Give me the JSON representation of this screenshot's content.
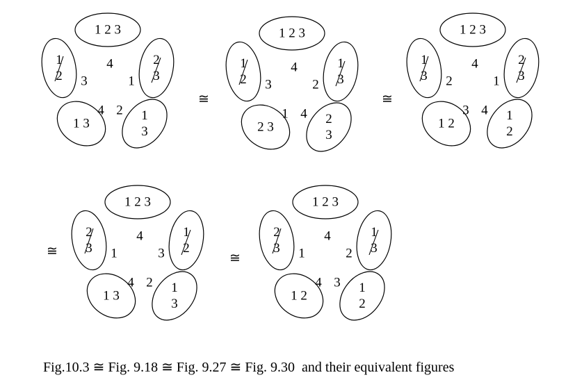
{
  "relation_symbol": "≅",
  "figures": [
    {
      "ellipses": [
        {
          "lines": [
            "1 2 3"
          ]
        },
        {
          "lines": [
            "2",
            "3"
          ]
        },
        {
          "lines": [
            "1",
            "3"
          ]
        },
        {
          "lines": [
            "1 3"
          ]
        },
        {
          "lines": [
            "1",
            "2"
          ]
        }
      ],
      "inner_labels": [
        "4",
        "1",
        "2",
        "4",
        "3"
      ]
    },
    {
      "ellipses": [
        {
          "lines": [
            "1 2 3"
          ]
        },
        {
          "lines": [
            "1",
            "3"
          ]
        },
        {
          "lines": [
            "2",
            "3"
          ]
        },
        {
          "lines": [
            "2 3"
          ]
        },
        {
          "lines": [
            "1",
            "2"
          ]
        }
      ],
      "inner_labels": [
        "4",
        "2",
        "4",
        "1",
        "3"
      ]
    },
    {
      "ellipses": [
        {
          "lines": [
            "1 2 3"
          ]
        },
        {
          "lines": [
            "2",
            "3"
          ]
        },
        {
          "lines": [
            "1",
            "2"
          ]
        },
        {
          "lines": [
            "1 2"
          ]
        },
        {
          "lines": [
            "1",
            "3"
          ]
        }
      ],
      "inner_labels": [
        "4",
        "1",
        "4",
        "3",
        "2"
      ]
    },
    {
      "ellipses": [
        {
          "lines": [
            "1 2 3"
          ]
        },
        {
          "lines": [
            "1",
            "2"
          ]
        },
        {
          "lines": [
            "1",
            "3"
          ]
        },
        {
          "lines": [
            "1 3"
          ]
        },
        {
          "lines": [
            "2",
            "3"
          ]
        }
      ],
      "inner_labels": [
        "4",
        "3",
        "2",
        "4",
        "1"
      ]
    },
    {
      "ellipses": [
        {
          "lines": [
            "1 2 3"
          ]
        },
        {
          "lines": [
            "1",
            "3"
          ]
        },
        {
          "lines": [
            "1",
            "2"
          ]
        },
        {
          "lines": [
            "1 2"
          ]
        },
        {
          "lines": [
            "2",
            "3"
          ]
        }
      ],
      "inner_labels": [
        "4",
        "2",
        "3",
        "4",
        "1"
      ]
    }
  ],
  "caption": "Fig.10.3 ≅ Fig. 9.18 ≅ Fig. 9.27 ≅ Fig. 9.30  and their equivalent figures"
}
